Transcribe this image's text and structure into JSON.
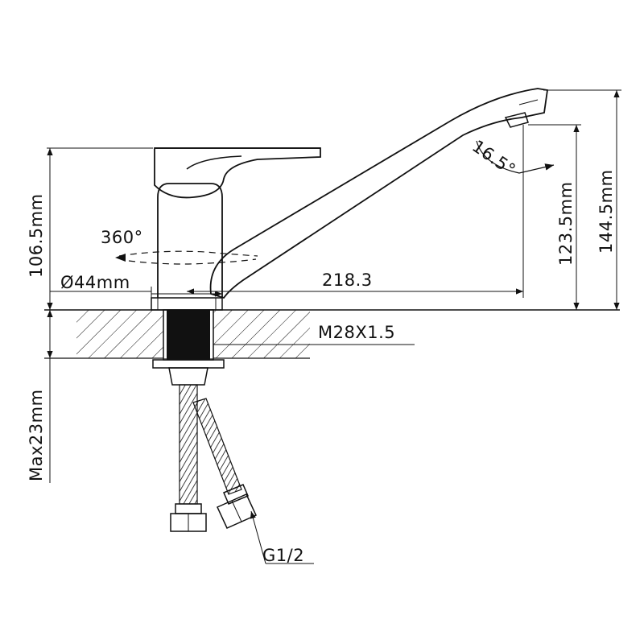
{
  "labels": {
    "height_body": "106.5mm",
    "rotation": "360°",
    "diameter": "Ø44mm",
    "reach": "218.3",
    "spout_angle": "16.5°",
    "spout_height": "123.5mm",
    "total_height": "144.5mm",
    "thread": "M28X1.5",
    "max_thickness": "Max23mm",
    "connection": "G1/2"
  },
  "colors": {
    "ink": "#111111",
    "fill_dark": "#111111",
    "background": "#ffffff"
  }
}
